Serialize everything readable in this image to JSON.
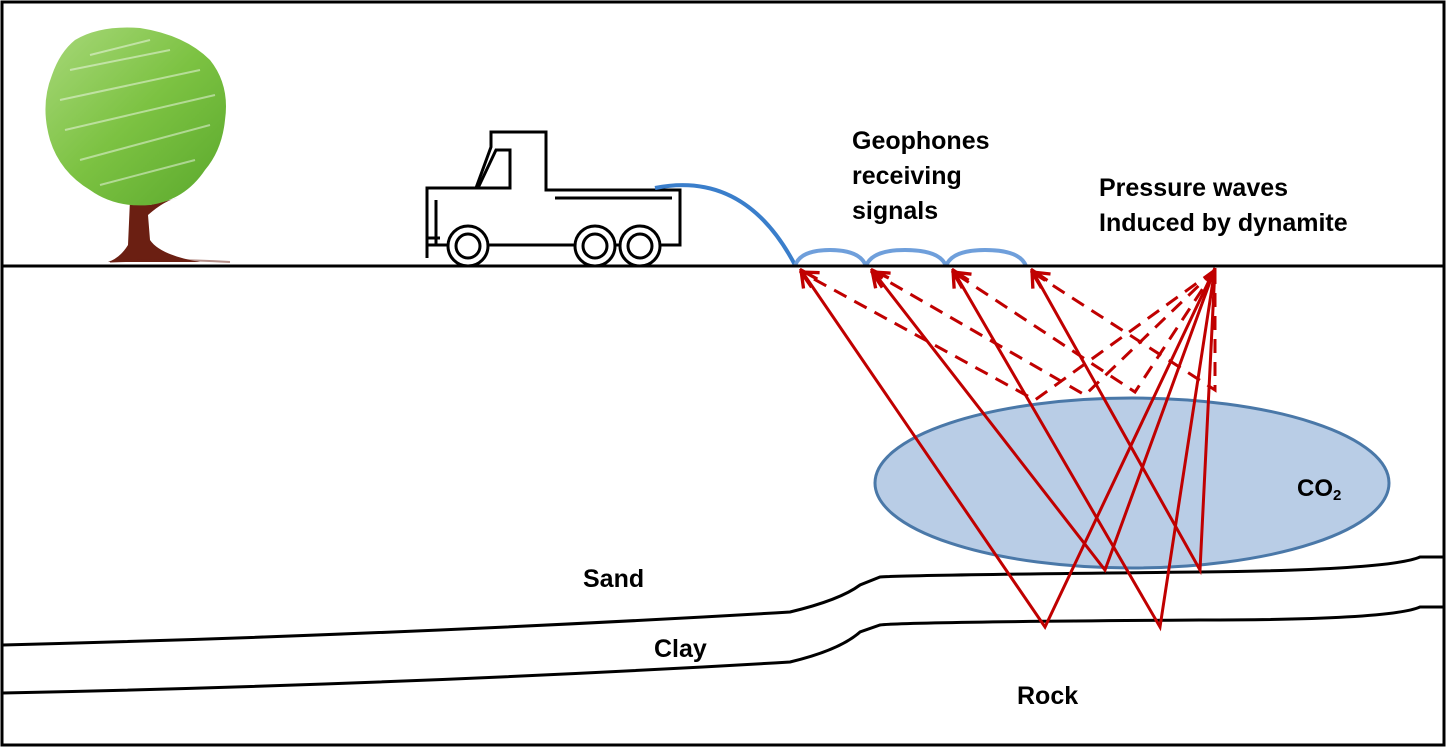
{
  "labels": {
    "geophones": [
      "Geophones",
      "receiving",
      "signals"
    ],
    "pressure": [
      "Pressure waves",
      "Induced by dynamite"
    ],
    "co2_main": "CO",
    "co2_sub": "2",
    "sand": "Sand",
    "clay": "Clay",
    "rock": "Rock"
  },
  "colors": {
    "ground_line": "#000000",
    "cable": "#3a7ecb",
    "wave": "#c00000",
    "reservoir_fill": "#b9cde6",
    "reservoir_stroke": "#4a78a8",
    "tree_foliage": "#7cc242",
    "tree_trunk": "#6b1f12"
  },
  "icons": [
    "tree-icon",
    "truck-icon"
  ]
}
